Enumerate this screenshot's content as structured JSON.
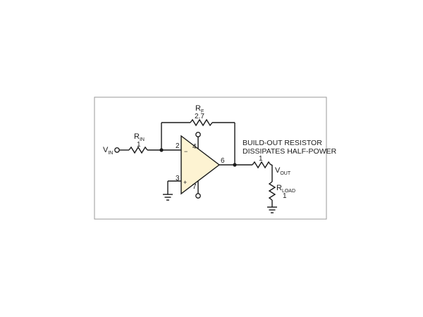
{
  "colors": {
    "opamp_fill": "#fdf3d2",
    "line": "#1a1a1a",
    "frame": "#9a9a9a"
  },
  "labels": {
    "vin_main": "V",
    "vin_sub": "IN",
    "rin_main": "R",
    "rin_sub": "IN",
    "rin_value": "1",
    "rf_main": "R",
    "rf_sub": "F",
    "rf_value": "2.7",
    "pin_inverting": "2",
    "pin_noninverting": "3",
    "pin_vplus": "4",
    "pin_vminus": "7",
    "pin_output": "6",
    "minus_sign": "−",
    "plus_sign": "+",
    "buildout_value": "1",
    "note_line1": "BUILD-OUT RESISTOR",
    "note_line2": "DISSIPATES HALF-POWER",
    "vout_main": "V",
    "vout_sub": "OUT",
    "rload_main": "R",
    "rload_sub": "LOAD",
    "rload_value": "1"
  }
}
